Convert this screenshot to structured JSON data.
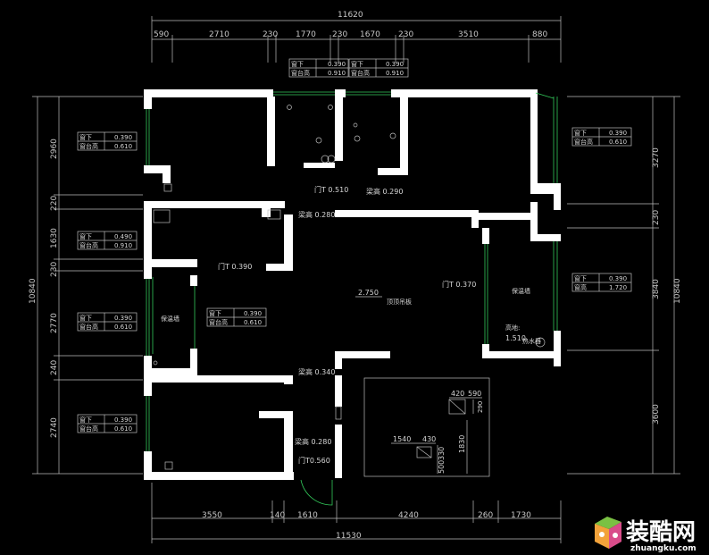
{
  "dims_top": [
    "11620",
    "590",
    "2710",
    "230",
    "1770",
    "230",
    "1670",
    "230",
    "3510",
    "880"
  ],
  "dims_bottom": [
    "3550",
    "140",
    "1610",
    "4240",
    "260",
    "1730",
    "11530"
  ],
  "dims_left": [
    "2960",
    "220",
    "1630",
    "230",
    "2770",
    "240",
    "2740",
    "10840"
  ],
  "dims_right": [
    "3270",
    "230",
    "3840",
    "3600",
    "10840"
  ],
  "win_tags": [
    {
      "a": "窗下",
      "av": "0.390",
      "b": "窗台高",
      "bv": "0.910"
    },
    {
      "a": "窗下",
      "av": "0.390",
      "b": "窗台高",
      "bv": "0.910"
    },
    {
      "a": "窗下",
      "av": "0.390",
      "b": "窗台高",
      "bv": "0.610"
    },
    {
      "a": "窗下",
      "av": "0.490",
      "b": "窗台高",
      "bv": "0.910"
    },
    {
      "a": "窗下",
      "av": "0.390",
      "b": "窗台高",
      "bv": "0.610"
    },
    {
      "a": "窗下",
      "av": "0.390",
      "b": "窗台高",
      "bv": "0.610"
    },
    {
      "a": "窗下",
      "av": "0.390",
      "b": "窗台高",
      "bv": "0.610"
    },
    {
      "a": "窗下",
      "av": "0.390",
      "b": "窗台高",
      "bv": "0.610"
    },
    {
      "a": "窗下",
      "av": "0.390",
      "b": "窗高",
      "bv": "1.720"
    }
  ],
  "labels": {
    "door1": "门T 0.510",
    "beam1": "梁高 0.290",
    "beam2": "梁高 0.280",
    "door2": "门T 0.390",
    "door3": "门T 0.370",
    "elev": "2.750",
    "ceiling": "顶顶吊板",
    "wall1": "保温墙",
    "wall2": "保温墙",
    "beam3": "梁高 0.340",
    "beam4": "梁高 0.280",
    "door4": "门T0.560",
    "height": "高地:",
    "height_v": "1.510",
    "water": "热水器"
  },
  "kitchen": {
    "d1": "420",
    "d2": "590",
    "d3": "290",
    "d4": "1540",
    "d5": "430",
    "d6": "1830",
    "d7": "500",
    "d8": "330"
  },
  "logo": {
    "text": "装酷网",
    "url": "zhuangku.com"
  }
}
